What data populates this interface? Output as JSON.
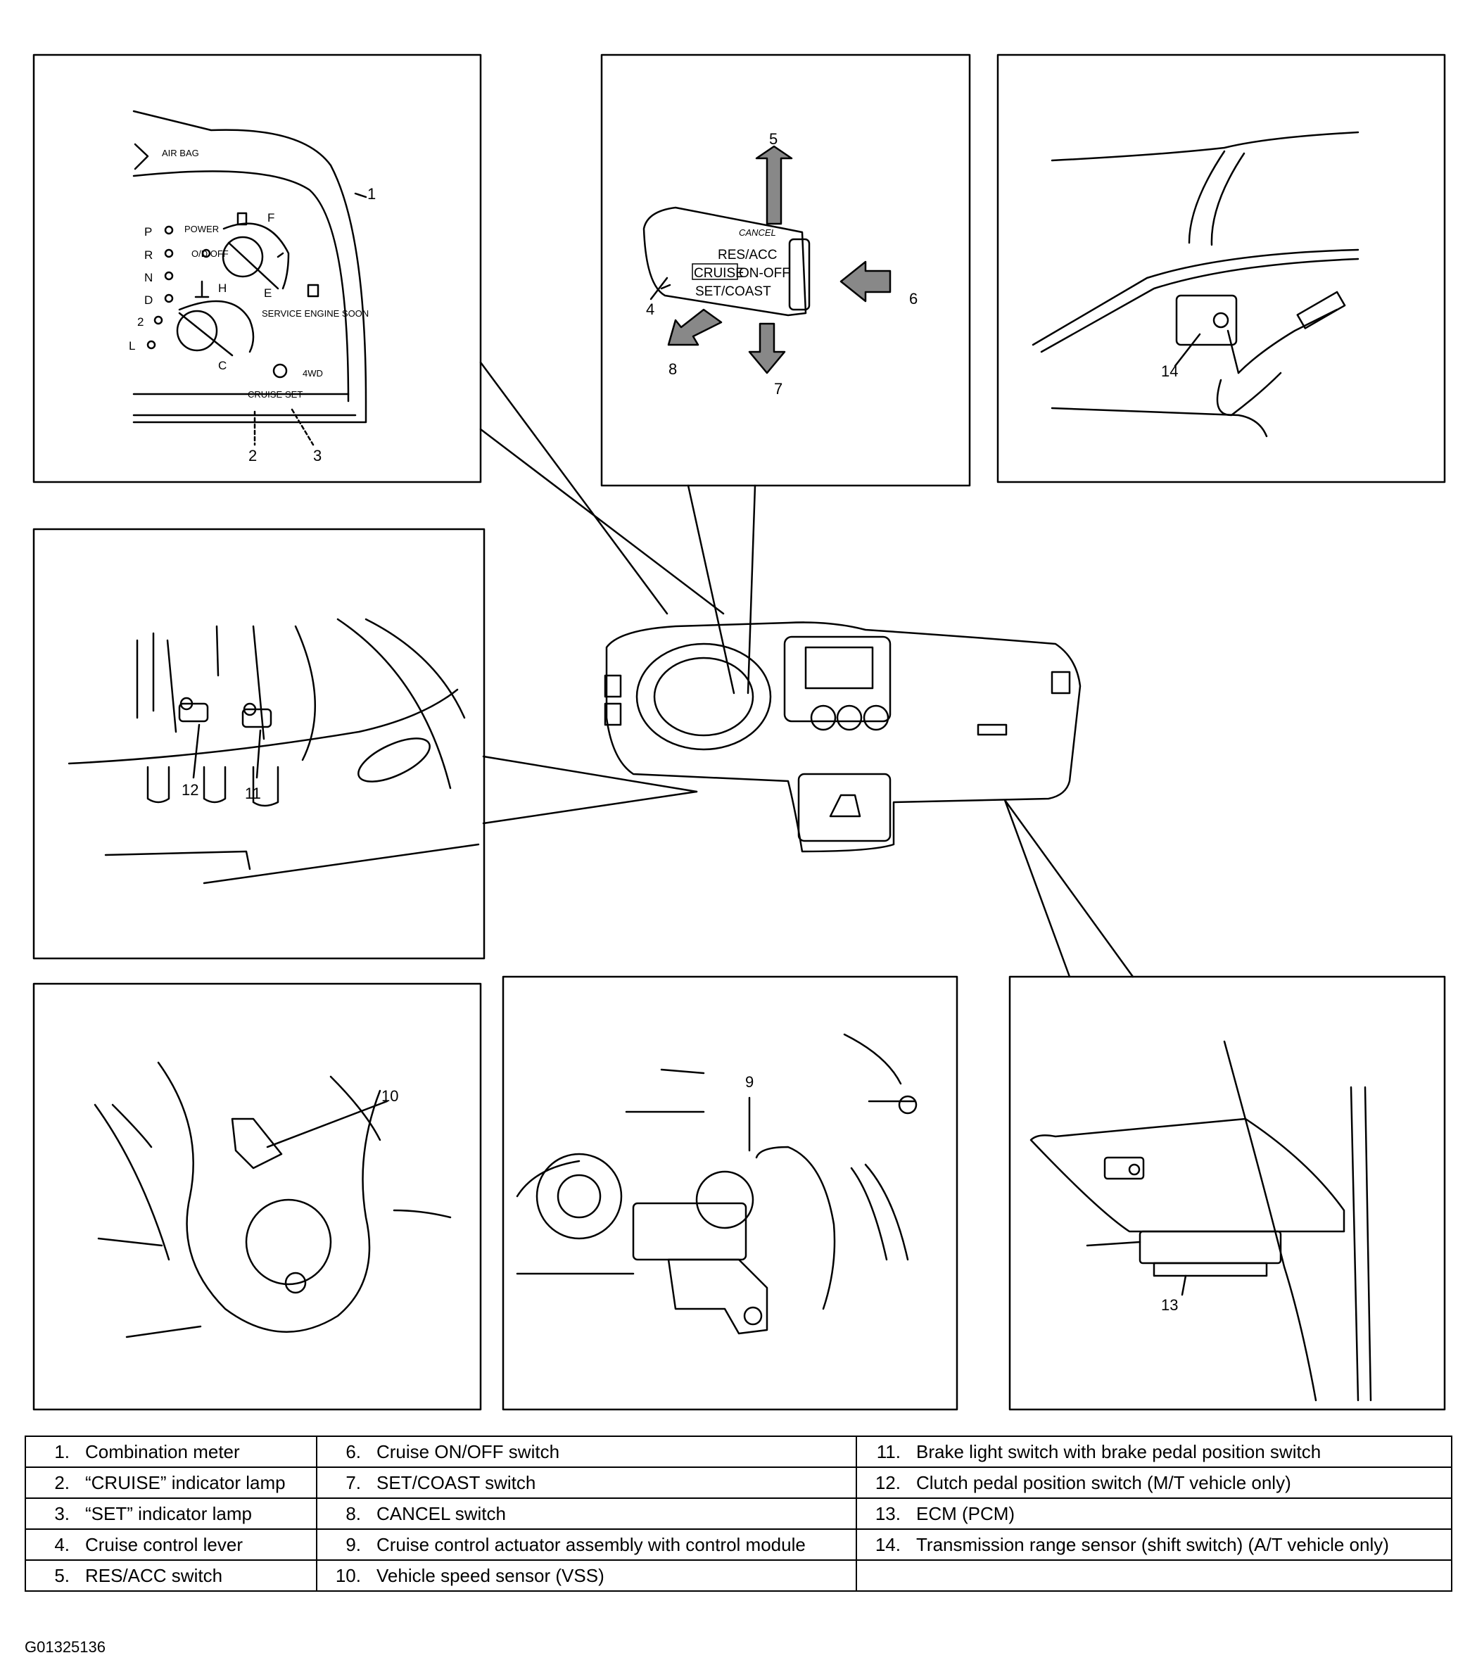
{
  "panels": {
    "meter": {
      "callouts": [
        "1",
        "2",
        "3"
      ],
      "gear_letters": [
        "P",
        "R",
        "N",
        "D",
        "2",
        "L"
      ],
      "texts": {
        "airbag": "AIR BAG",
        "power": "POWER",
        "od_off": "O/D OFF",
        "f": "F",
        "e": "E",
        "h": "H",
        "c": "C",
        "service": "SERVICE ENGINE SOON",
        "cruise": "CRUISE",
        "set": "SET",
        "fwd": "4WD"
      }
    },
    "lever": {
      "callouts": [
        "4",
        "5",
        "6",
        "7",
        "8"
      ],
      "texts": {
        "cancel": "CANCEL",
        "res_acc": "RES/ACC",
        "cruise": "CRUISE",
        "on_off": "ON-OFF",
        "set_coast": "SET/COAST"
      }
    },
    "trans_sensor": {
      "callouts": [
        "14"
      ]
    },
    "pedals": {
      "callouts": [
        "12",
        "11"
      ]
    },
    "vss": {
      "callouts": [
        "10"
      ]
    },
    "actuator": {
      "callouts": [
        "9"
      ]
    },
    "ecm": {
      "callouts": [
        "13"
      ]
    }
  },
  "legend": {
    "rows": [
      [
        {
          "num": "1.",
          "text": "Combination meter"
        },
        {
          "num": "6.",
          "text": "Cruise ON/OFF switch"
        },
        {
          "num": "11.",
          "text": "Brake light switch with brake pedal position switch"
        }
      ],
      [
        {
          "num": "2.",
          "text": "“CRUISE” indicator lamp"
        },
        {
          "num": "7.",
          "text": "SET/COAST switch"
        },
        {
          "num": "12.",
          "text": "Clutch pedal position switch (M/T vehicle only)"
        }
      ],
      [
        {
          "num": "3.",
          "text": "“SET” indicator lamp"
        },
        {
          "num": "8.",
          "text": "CANCEL switch"
        },
        {
          "num": "13.",
          "text": "ECM (PCM)"
        }
      ],
      [
        {
          "num": "4.",
          "text": "Cruise control lever"
        },
        {
          "num": "9.",
          "text": "Cruise control actuator assembly with control module"
        },
        {
          "num": "14.",
          "text": "Transmission range sensor (shift switch) (A/T vehicle only)"
        }
      ],
      [
        {
          "num": "5.",
          "text": "RES/ACC switch"
        },
        {
          "num": "10.",
          "text": "Vehicle speed sensor (VSS)"
        },
        {
          "num": "",
          "text": ""
        }
      ]
    ]
  },
  "figure_code": "G01325136"
}
